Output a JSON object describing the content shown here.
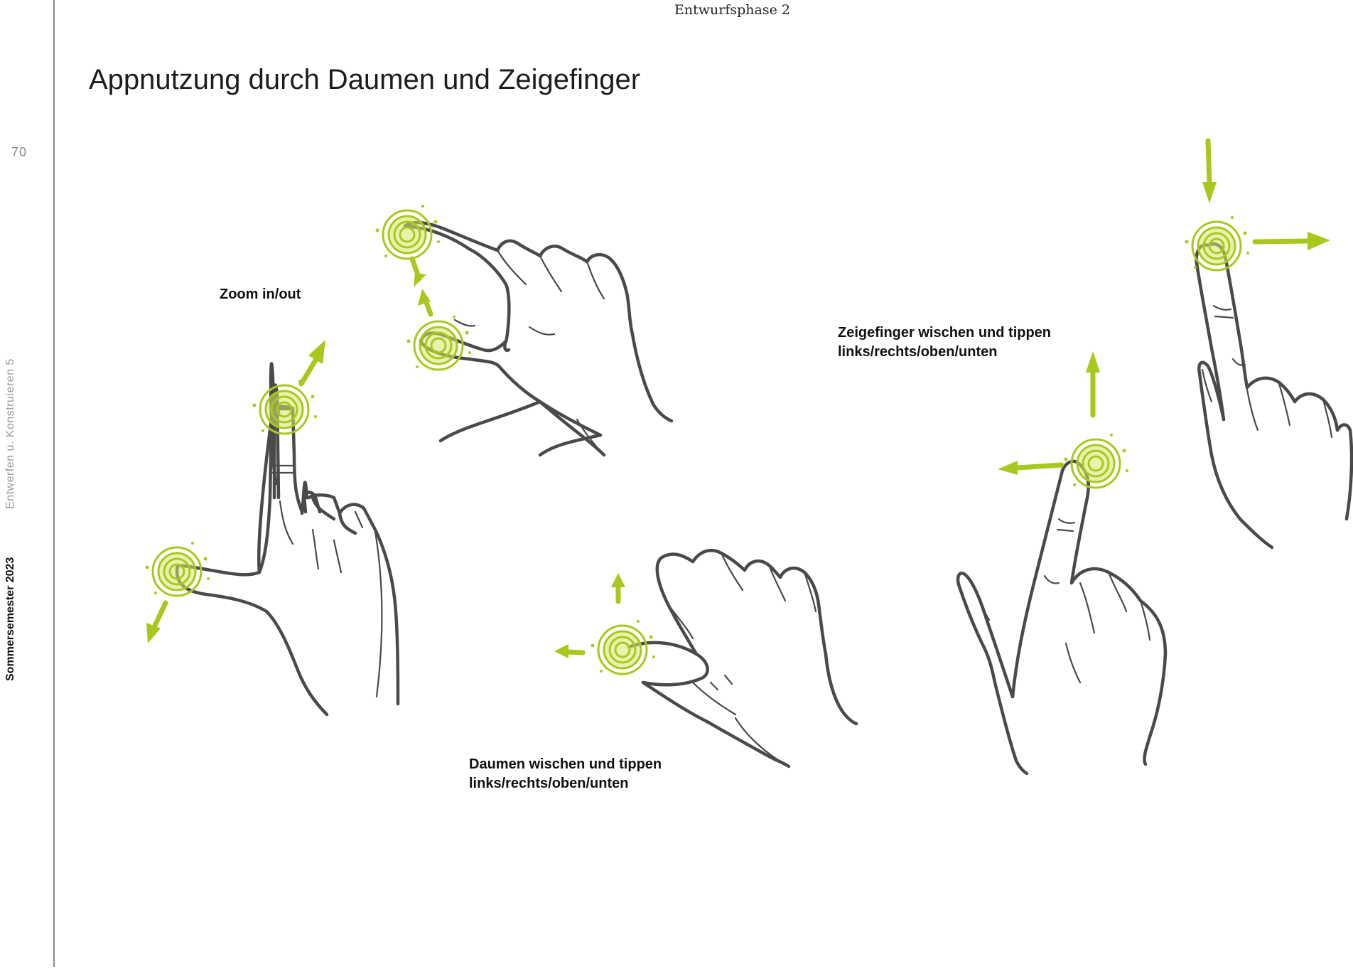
{
  "header": {
    "section": "Entwurfsphase 2"
  },
  "sidebar": {
    "page_number": "70",
    "course": "Entwerfen u. Konstruieren 5",
    "semester": "Sommersemester 2023"
  },
  "page": {
    "title": "Appnutzung durch Daumen und Zeigefinger"
  },
  "gestures": {
    "zoom": {
      "label": "Zoom in/out"
    },
    "thumb": {
      "label_line1": "Daumen wischen und tippen",
      "label_line2": "links/rechts/oben/unten"
    },
    "index": {
      "label_line1": "Zeigefinger wischen und tippen",
      "label_line2": "links/rechts/oben/unten"
    }
  },
  "icons": [
    "hand-drawing-illustration",
    "tap-ring-icon",
    "swipe-arrow-icon"
  ],
  "colors": {
    "accent": "#a8c81e",
    "accent_light": "#d6e86a",
    "line": "#4a4a4a",
    "margin": "#8a8a8a"
  }
}
